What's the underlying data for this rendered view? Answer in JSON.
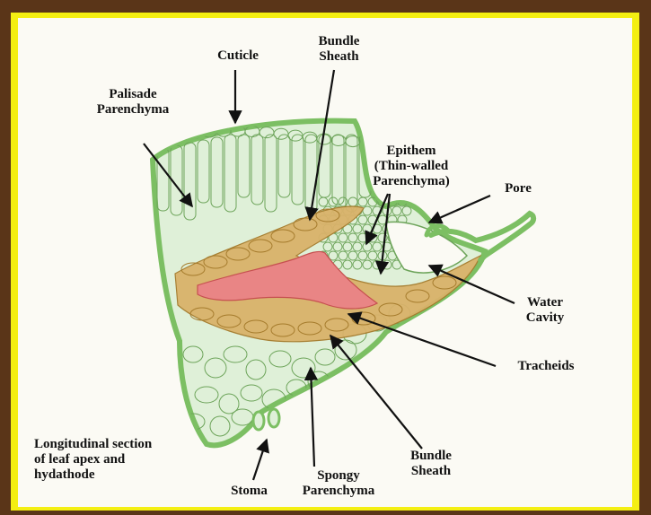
{
  "labels": {
    "cuticle": "Cuticle",
    "bundle_sheath_top": "Bundle\nSheath",
    "palisade": "Palisade\nParenchyma",
    "epithem": "Epithem\n(Thin-walled\nParenchyma)",
    "pore": "Pore",
    "water_cavity": "Water\nCavity",
    "tracheids": "Tracheids",
    "bundle_sheath_bottom": "Bundle\nSheath",
    "spongy": "Spongy\nParenchyma",
    "stoma": "Stoma",
    "caption": "Longitudinal section\nof leaf apex and\nhydathode"
  },
  "colors": {
    "background": "#5a3518",
    "frame": "#f4ef12",
    "panel": "#fbfaf4",
    "cell_fill": "#dff0d8",
    "cell_stroke": "#6da45a",
    "epidermis": "#7cbf63",
    "bundle_sheath": "#d9b26a",
    "tracheid": "#e98585",
    "text": "#111111"
  }
}
